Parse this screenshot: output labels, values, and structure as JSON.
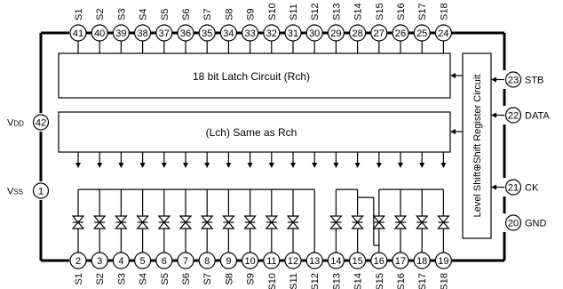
{
  "latch_rch_label": "18 bit Latch Circuit (Rch)",
  "latch_lch_label": "(Lch) Same as Rch",
  "shift_register_label_before": "Level Shift",
  "shift_register_symbol": "⊕",
  "shift_register_label_after": "Shift Register Circuit",
  "top_pins": [
    {
      "pin": "41",
      "signal": "S1"
    },
    {
      "pin": "40",
      "signal": "S2"
    },
    {
      "pin": "39",
      "signal": "S3"
    },
    {
      "pin": "38",
      "signal": "S4"
    },
    {
      "pin": "37",
      "signal": "S5"
    },
    {
      "pin": "36",
      "signal": "S6"
    },
    {
      "pin": "35",
      "signal": "S7"
    },
    {
      "pin": "34",
      "signal": "S8"
    },
    {
      "pin": "33",
      "signal": "S9"
    },
    {
      "pin": "32",
      "signal": "S10"
    },
    {
      "pin": "31",
      "signal": "S11"
    },
    {
      "pin": "30",
      "signal": "S12"
    },
    {
      "pin": "29",
      "signal": "S13"
    },
    {
      "pin": "28",
      "signal": "S14"
    },
    {
      "pin": "27",
      "signal": "S15"
    },
    {
      "pin": "26",
      "signal": "S16"
    },
    {
      "pin": "25",
      "signal": "S17"
    },
    {
      "pin": "24",
      "signal": "S18"
    }
  ],
  "bottom_pins": [
    {
      "pin": "2",
      "signal": "S1"
    },
    {
      "pin": "3",
      "signal": "S2"
    },
    {
      "pin": "4",
      "signal": "S3"
    },
    {
      "pin": "5",
      "signal": "S4"
    },
    {
      "pin": "6",
      "signal": "S5"
    },
    {
      "pin": "7",
      "signal": "S6"
    },
    {
      "pin": "8",
      "signal": "S7"
    },
    {
      "pin": "9",
      "signal": "S8"
    },
    {
      "pin": "10",
      "signal": "S9"
    },
    {
      "pin": "11",
      "signal": "S10"
    },
    {
      "pin": "12",
      "signal": "S11"
    },
    {
      "pin": "13",
      "signal": "S12"
    },
    {
      "pin": "14",
      "signal": "S13"
    },
    {
      "pin": "15",
      "signal": "S14"
    },
    {
      "pin": "16",
      "signal": "S15"
    },
    {
      "pin": "17",
      "signal": "S16"
    },
    {
      "pin": "18",
      "signal": "S17"
    },
    {
      "pin": "19",
      "signal": "S18"
    }
  ],
  "left_pins": [
    {
      "pin": "42",
      "signal": "V",
      "subscript": "DD"
    },
    {
      "pin": "1",
      "signal": "V",
      "subscript": "SS"
    }
  ],
  "right_pins": [
    {
      "pin": "23",
      "signal": "STB"
    },
    {
      "pin": "22",
      "signal": "DATA"
    },
    {
      "pin": "21",
      "signal": "CK"
    },
    {
      "pin": "20",
      "signal": "GND"
    }
  ]
}
